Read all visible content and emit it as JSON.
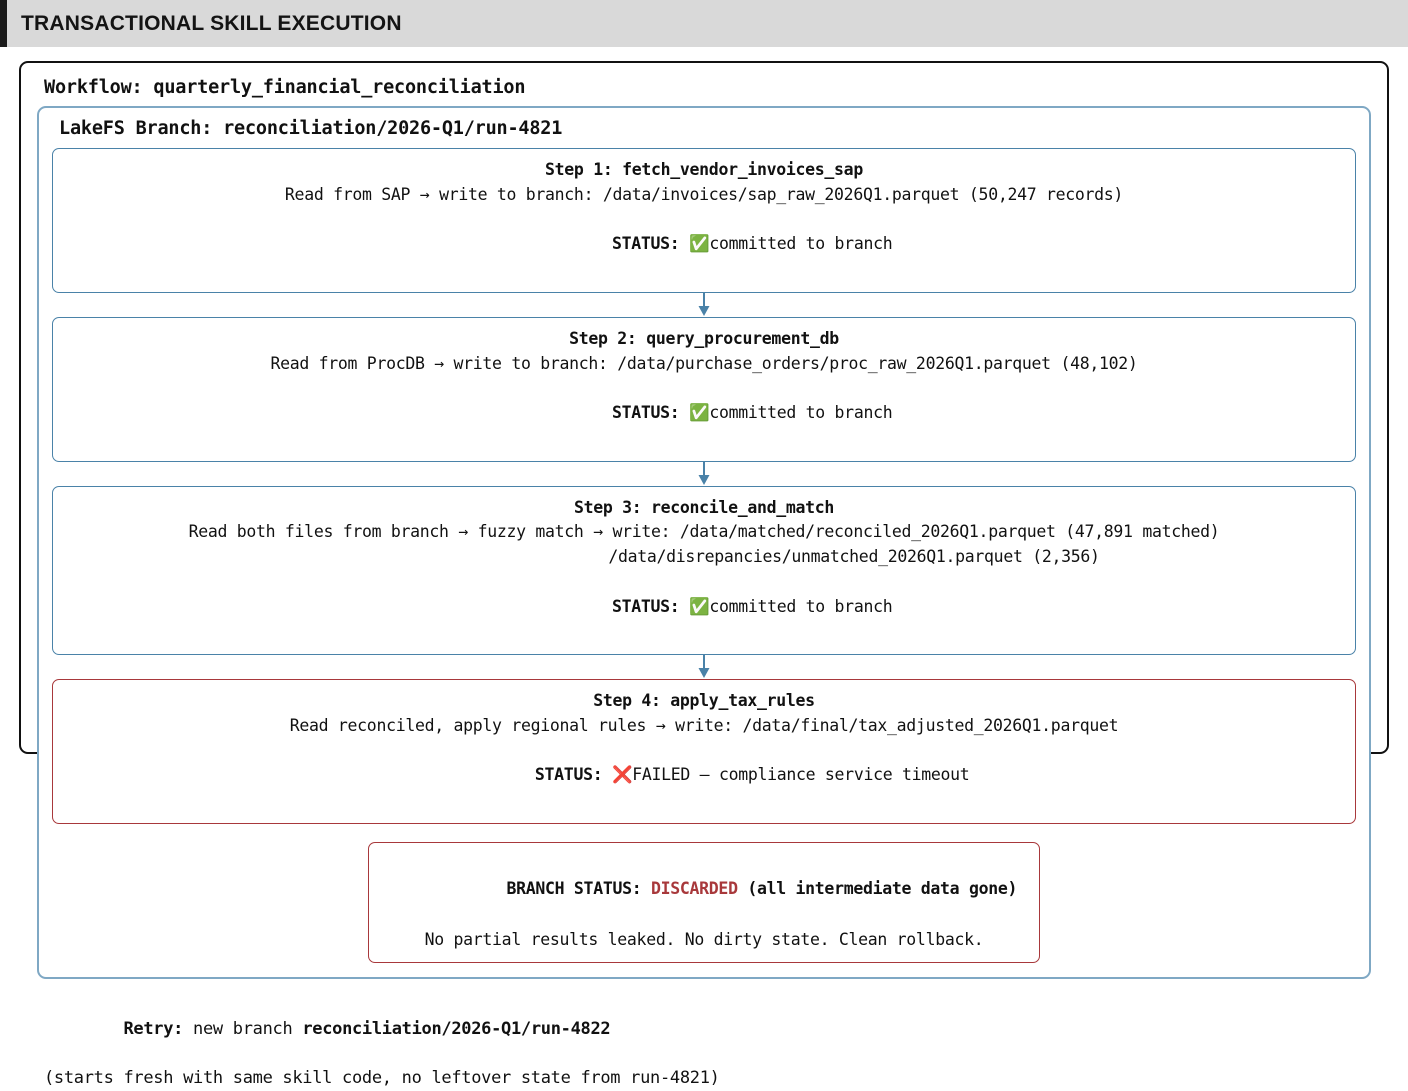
{
  "header": {
    "title": "TRANSACTIONAL SKILL EXECUTION",
    "accent_color": "#1a1a1a",
    "bar_color": "#d9d9d9"
  },
  "workflow": {
    "label": "Workflow:",
    "name": "quarterly_financial_reconciliation",
    "title_full": "Workflow: quarterly_financial_reconciliation",
    "border_color": "#111111"
  },
  "branch": {
    "label": "LakeFS Branch:",
    "name": "reconciliation/2026-Q1/run-4821",
    "title_full": "LakeFS Branch: reconciliation/2026-Q1/run-4821",
    "border_color": "#7fa8c4"
  },
  "steps": [
    {
      "heading": "Step 1: fetch_vendor_invoices_sap",
      "detail": "Read from SAP → write to branch: /data/invoices/sap_raw_2026Q1.parquet (50,247 records)",
      "detail2": "",
      "status_label": "STATUS:",
      "status_icon": "check-icon",
      "status_glyph": "✅",
      "status_text": "committed to branch",
      "state": "ok",
      "border_color": "#4a82a8"
    },
    {
      "heading": "Step 2: query_procurement_db",
      "detail": "Read from ProcDB → write to branch: /data/purchase_orders/proc_raw_2026Q1.parquet (48,102)",
      "detail2": "",
      "status_label": "STATUS:",
      "status_icon": "check-icon",
      "status_glyph": "✅",
      "status_text": "committed to branch",
      "state": "ok",
      "border_color": "#4a82a8"
    },
    {
      "heading": "Step 3: reconcile_and_match",
      "detail": "Read both files from branch → fuzzy match → write: /data/matched/reconciled_2026Q1.parquet (47,891 matched)",
      "detail2": "/data/disrepancies/unmatched_2026Q1.parquet (2,356)",
      "status_label": "STATUS:",
      "status_icon": "check-icon",
      "status_glyph": "✅",
      "status_text": "committed to branch",
      "state": "ok",
      "border_color": "#4a82a8"
    },
    {
      "heading": "Step 4: apply_tax_rules",
      "detail": "Read reconciled, apply regional rules → write: /data/final/tax_adjusted_2026Q1.parquet",
      "detail2": "",
      "status_label": "STATUS:",
      "status_icon": "cross-icon",
      "status_glyph": "❌",
      "status_text": "FAILED — compliance service timeout",
      "state": "failed",
      "border_color": "#a8383b"
    }
  ],
  "arrow": {
    "icon": "arrow-down-icon",
    "color": "#4a82a8",
    "count": 3
  },
  "branch_status": {
    "label": "BRANCH STATUS:",
    "value": "DISCARDED",
    "suffix": "(all intermediate data gone)",
    "detail": "No partial results leaked. No dirty state. Clean rollback.",
    "value_color": "#a8383b",
    "border_color": "#a8383b"
  },
  "retry": {
    "label": "Retry:",
    "text": "new branch",
    "branch": "reconciliation/2026-Q1/run-4822",
    "note": "(starts fresh with same skill code, no leftover state from run-4821)"
  }
}
